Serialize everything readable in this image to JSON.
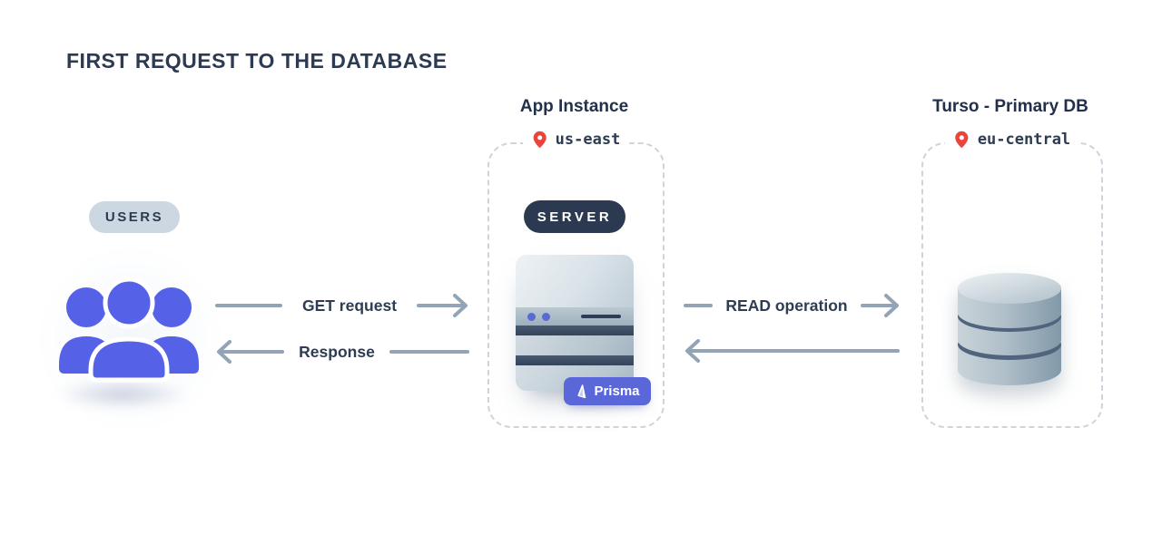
{
  "title": "FIRST REQUEST TO THE DATABASE",
  "users": {
    "label": "USERS"
  },
  "app_instance": {
    "heading": "App Instance",
    "region": "us-east",
    "server_label": "SERVER",
    "prisma_badge": "Prisma"
  },
  "primary_db": {
    "heading": "Turso - Primary DB",
    "region": "eu-central"
  },
  "arrows": {
    "get_request": "GET request",
    "response": "Response",
    "read_operation": "READ operation"
  },
  "colors": {
    "accent_indigo": "#5562e8",
    "badge_indigo": "#5a67d8",
    "navy": "#2b3a50",
    "arrow_gray": "#93a4b6",
    "pin_red": "#e8463c",
    "users_pill_bg": "#ccd7e1",
    "dashed_border": "#cdd4dc"
  }
}
